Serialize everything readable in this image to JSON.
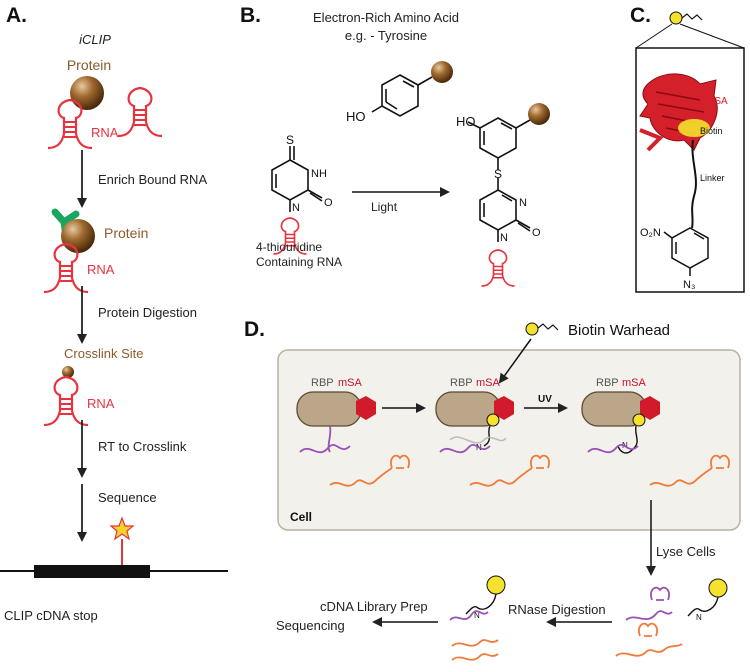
{
  "panels": {
    "a": {
      "label": "A.",
      "title": "iCLIP",
      "protein": "Protein",
      "rna": "RNA",
      "protein2": "Protein",
      "rna2": "RNA",
      "crosslink": "Crosslink Site",
      "rna3": "RNA",
      "step1": "Enrich Bound RNA",
      "step2": "Protein Digestion",
      "step3": "RT to Crosslink",
      "step4": "Sequence",
      "footer": "CLIP cDNA stop"
    },
    "b": {
      "label": "B.",
      "title_line1": "Electron-Rich Amino Acid",
      "title_line2": "e.g. - Tyrosine",
      "ho_left": "HO",
      "ho_right": "HO",
      "light": "Light",
      "thiouridine_line1": "4-thiouridine",
      "thiouridine_line2": "Containing RNA"
    },
    "c": {
      "label": "C.",
      "msa": "mSA",
      "biotin": "Biotin",
      "linker": "Linker"
    },
    "d": {
      "label": "D.",
      "warhead": "Biotin Warhead",
      "rbp1": "RBP",
      "msa1": "mSA",
      "rbp2": "RBP",
      "msa2": "mSA",
      "rbp3": "RBP",
      "msa3": "mSA",
      "uv": "UV",
      "cell": "Cell",
      "lyse": "Lyse Cells",
      "rnase": "RNase Digestion",
      "cdna": "cDNA Library Prep",
      "sequencing": "Sequencing"
    }
  },
  "colors": {
    "rna_red": "#e8333f",
    "protein_brown": "#7a4a18",
    "protein_text": "#8a5a2a",
    "antibody_green": "#1aa561",
    "msa_red": "#c8102e",
    "cell_fill": "#f3f1eb",
    "rbp_fill": "#bba68a",
    "biotin_yellow": "#f4e22c",
    "purple_rna": "#9b4fb8",
    "orange_rna": "#f07a3a"
  }
}
